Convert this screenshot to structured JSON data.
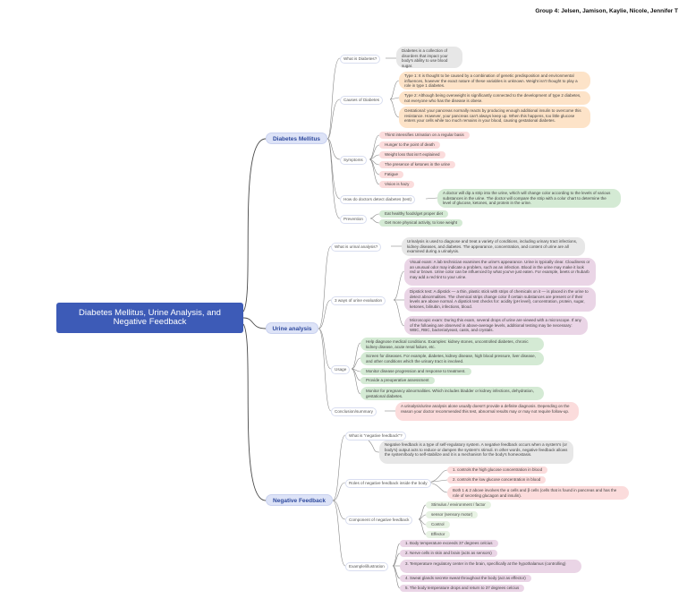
{
  "header": "Group 4: Jelsen, Jamison, Kaylie, Nicole, Jennifer T",
  "root": "Diabetes Mellitus, Urine Analysis, and Negative Feedback",
  "diabetes": {
    "title": "Diabetes Mellitus",
    "what_label": "What is Diabetes?",
    "what_text": "Diabetes is a collection of disorders that impact your body's ability to use blood sugar.",
    "causes_label": "Causes of Diabetes",
    "causes": [
      "Type 1: It is thought to be caused by a combination of genetic predisposition and environmental influences, however the exact nature of these variables is unknown. Weight isn't thought to play a role in type 1 diabetes.",
      "Type 2: Although being overweight is significantly connected to the development of type 2 diabetes, not everyone who has the disease is obese.",
      "Gestational: your pancreas normally reacts by producing enough additional insulin to overcome this resistance. However, your pancreas can't always keep up. When this happens, too little glucose enters your cells while too much remains in your blood, causing gestational diabetes."
    ],
    "symptoms_label": "Symptoms",
    "symptoms": [
      "Thirst intensifies Urination on a regular basis",
      "Hunger to the point of death",
      "Weight loss that isn't explained",
      "The presence of ketones in the urine",
      "Fatigue",
      "Vision is hazy"
    ],
    "detect_label": "How do doctors detect diabetes (test)",
    "detect_text": "A doctor will dip a strip into the urine, which will change color according to the levels of various substances in the urine. The doctor will compare the strip with a color chart to determine the level of glucose, ketones, and protein in the urine.",
    "prevention_label": "Prevention",
    "prevention": [
      "Eat healthy foods/get proper diet",
      "Get more physical activity, to lose weight"
    ]
  },
  "urine": {
    "title": "Urine analysis",
    "what_label": "What is urinal analysis?",
    "what_text": "Urinalysis is used to diagnose and treat a variety of conditions, including urinary tract infections, kidney diseases, and diabetes. The appearance, concentration, and content of urine are all examined during a urinalysis.",
    "ways_label": "3 ways of urine evaluation",
    "ways": [
      "Visual exam: A lab technician examines the urine's appearance. Urine is typically clear. Cloudiness or an unusual odor may indicate a problem, such as an infection. Blood in the urine may make it look red or brown. Urine color can be influenced by what you've just eaten. For example, beets or rhubarb may add a red tint to your urine.",
      "Dipstick test: A dipstick — a thin, plastic stick with strips of chemicals on it — is placed in the urine to detect abnormalities. The chemical strips change color if certain substances are present or if their levels are above normal. A dipstick test checks for: acidity (pH level), concentration, protein, sugar, ketones, bilirubin, infections, blood.",
      "Microscopic exam: During this exam, several drops of urine are viewed with a microscope. If any of the following are observed in above-average levels, additional testing may be necessary: WBC, RBC, bacteria/yeast, casts, and crystals."
    ],
    "usage_label": "Usage",
    "usage": [
      "Help diagnose medical conditions. Examples: kidney stones, uncontrolled diabetes, chronic kidney disease, acute renal failure, etc.",
      "Screen for diseases. For example, diabetes, kidney disease, high blood pressure, liver disease, and other conditions which the urinary tract is involved.",
      "Monitor disease progression and response to treatment.",
      "Provide a preoperative assessment",
      "Monitor for pregnancy abnormalities. Which includes bladder or kidney infections, dehydration, gestational diabetes."
    ],
    "conclusion_label": "Conclusion/summary",
    "conclusion_text": "A urinalysis/urine analysis alone usually doesn't provide a definite diagnosis. Depending on the reason your doctor recommended this test, abnormal results may or may not require follow-up."
  },
  "negative": {
    "title": "Negative Feedback",
    "what_label": "What is \"negative feedback\"?",
    "what_text": "Negative feedback is a type of self-regulatory system. A negative feedback occurs when a system's (or body's) output acts to reduce or dampen the system's stimuli. In other words, negative feedback allows the system/body to self-stabilize and it is a mechanism for the body's homeostasis.",
    "roles_label": "Roles of negative feedback inside the body",
    "roles": [
      "1. controls the high glucose concentration in blood",
      "2. controls the low glucose concentration in blood",
      "Both 1 & 2 above involves the α cells and β cells (cells that is found in pancreas and has the role of secreting glucagon and insulin)."
    ],
    "components_label": "Component of negative feedback",
    "components": [
      "Stimulus / environment / factor",
      "sensor (sensory motor)",
      "Control",
      "Effector"
    ],
    "example_label": "Example/illustration",
    "examples": [
      "1. Body temperature exceeds 37 degrees celcius",
      "2. Nerve cells in skin and brain (acts as sensors)",
      "3. Temperature regulatory center in the brain, specifically at the hypothalamus (controlling)",
      "4. Sweat glands secrete sweat throughout the body (act as effector)",
      "5. The body temperature drops and return to 37 degrees celcius"
    ]
  },
  "colors": {
    "root": "#3d5bb7",
    "main": "#dde3f7",
    "gray": "#e7e7e7",
    "orange": "#fde3c8",
    "pink": "#fbdcdc",
    "green": "#d4ead4",
    "purple": "#ead5e6",
    "line": "#555555"
  }
}
